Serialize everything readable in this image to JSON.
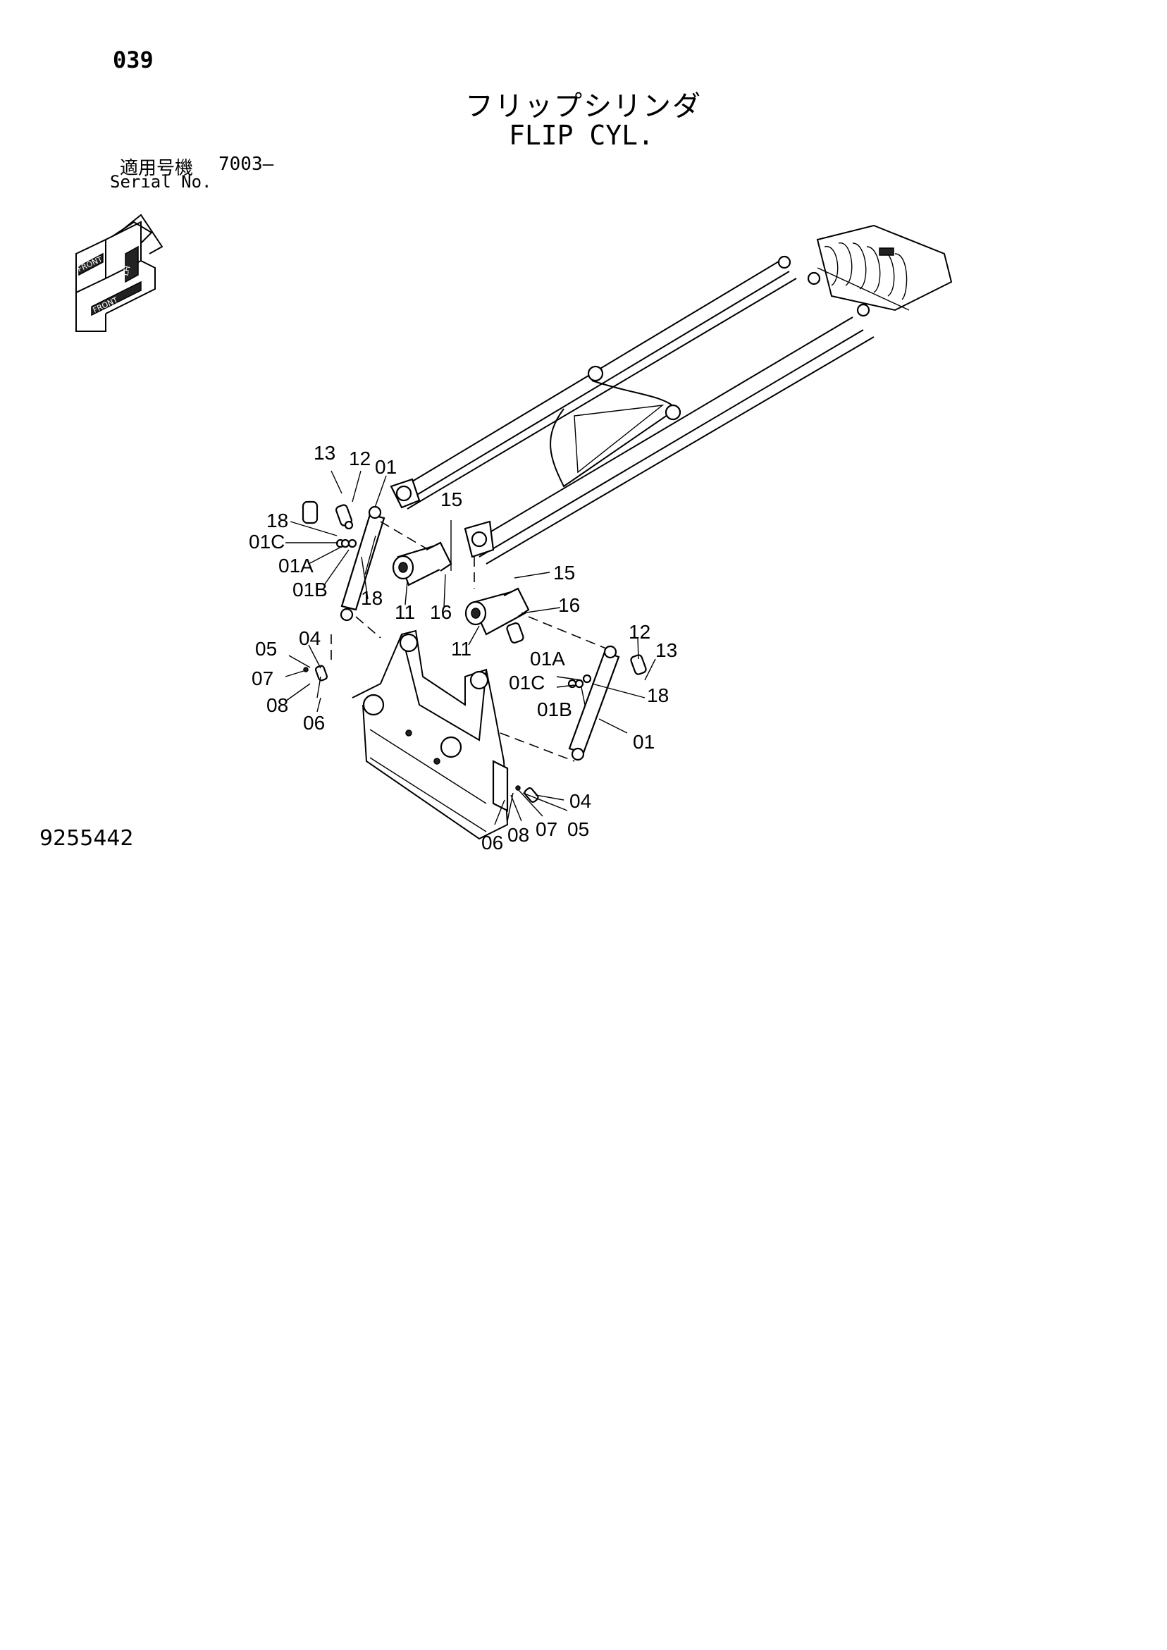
{
  "page_number": "039",
  "title_jp": "フリップシリンダ",
  "title_en": "FLIP CYL.",
  "serial": {
    "label_jp": "適用号機",
    "from": "7003–",
    "label_en": "Serial No."
  },
  "figure_number": "9255442",
  "orientation_icon": {
    "labels": [
      "FRONT",
      "LH",
      "FRONT"
    ]
  },
  "callouts": {
    "left_13": "13",
    "left_12": "12",
    "left_01": "01",
    "left_18a": "18",
    "left_01C": "01C",
    "left_01A": "01A",
    "left_01B": "01B",
    "left_18b": "18",
    "left_11": "11",
    "left_15": "15",
    "left_16": "16",
    "left_05": "05",
    "left_04": "04",
    "left_07": "07",
    "left_08": "08",
    "left_06": "06",
    "right_15": "15",
    "right_16": "16",
    "right_11": "11",
    "right_12": "12",
    "right_13": "13",
    "right_01A": "01A",
    "right_01C": "01C",
    "right_01B": "01B",
    "right_18": "18",
    "right_01": "01",
    "right_04": "04",
    "right_06": "06",
    "right_08": "08",
    "right_07": "07",
    "right_05": "05"
  }
}
